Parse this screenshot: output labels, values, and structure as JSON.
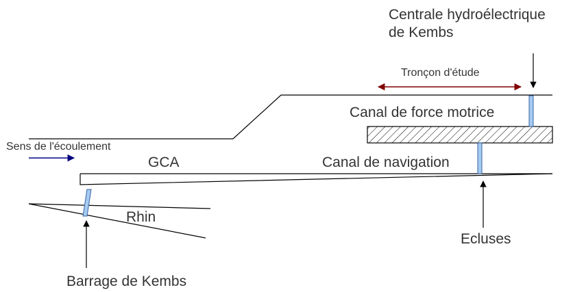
{
  "labels": {
    "centrale_line1": "Centrale hydroélectrique",
    "centrale_line2": "de Kembs",
    "troncon": "Tronçon d'étude",
    "canal_force": "Canal de force motrice",
    "sens": "Sens de l'écoulement",
    "gca": "GCA",
    "canal_navigation": "Canal de navigation",
    "rhin": "Rhin",
    "ecluses": "Ecluses",
    "barrage": "Barrage de Kembs"
  },
  "colors": {
    "line": "#000000",
    "text": "#333333",
    "flow_arrow": "#000080",
    "troncon_arrow": "#800000",
    "structure_fill": "#a6caf0",
    "structure_stroke": "#3465a4"
  }
}
